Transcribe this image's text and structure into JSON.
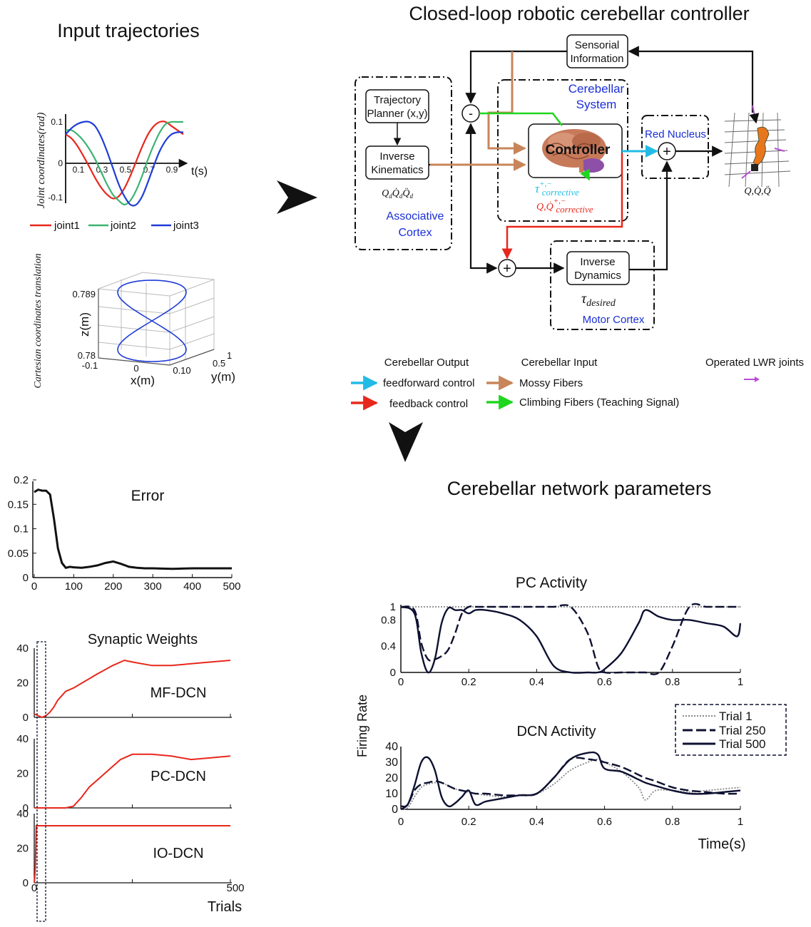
{
  "colors": {
    "joint1": "#e8271c",
    "joint2": "#3cb371",
    "joint3": "#1f3cd6",
    "feedforward": "#22bbe6",
    "feedback": "#e8271c",
    "mossy": "#c8855a",
    "climbing": "#1fd61f",
    "lwr": "#b84fd6",
    "label_blue": "#1a2fd6",
    "weights": "#e8271c",
    "dark": "#0d1030"
  },
  "titles": {
    "input": "Input trajectories",
    "closed_loop": "Closed-loop robotic cerebellar controller",
    "network": "Cerebellar network parameters"
  },
  "diagram": {
    "sensorial": [
      "Sensorial",
      "Information"
    ],
    "trajectory": [
      "Trajectory",
      "Planner (x,y)"
    ],
    "inverse_kin": [
      "Inverse",
      "Kinematics"
    ],
    "qd": "Q̇̈",
    "associative": [
      "Associative",
      "Cortex"
    ],
    "cerebellar_system": [
      "Cerebellar",
      "System"
    ],
    "controller": "Controller",
    "tau_corr": "τ",
    "tau_corr_sup": "+,−",
    "tau_corr_sub": "corrective",
    "q_corr": "Q,Q̇",
    "q_corr_sup": "+,−",
    "q_corr_sub": "corrective",
    "red_nucleus": "Red Nucleus",
    "inverse_dyn": [
      "Inverse",
      "Dynamics"
    ],
    "tau_desired": "τ",
    "tau_desired_sub": "desired",
    "motor_cortex": "Motor Cortex",
    "robot_q": "Q,Q̇,Q̈",
    "minus": "-",
    "plus": "+"
  },
  "legend": {
    "out_head": "Cerebellar Output",
    "ff": "feedforward control",
    "fb": "feedback control",
    "in_head": "Cerebellar Input",
    "mossy": "Mossy Fibers",
    "climbing": "Climbing Fibers (Teaching Signal)",
    "lwr": "Operated LWR joints"
  },
  "chart_data": [
    {
      "type": "line",
      "title": "",
      "xlabel": "t(s)",
      "ylabel": "Joint coordinates(rad)",
      "xticks": [
        "0.1",
        "0.3",
        "0.5",
        "0.7",
        "0.9"
      ],
      "yticks": [
        "0.1",
        "0",
        "-0.1"
      ],
      "xlim": [
        0,
        1
      ],
      "ylim": [
        -0.1,
        0.1
      ],
      "x": [
        0,
        0.05,
        0.1,
        0.15,
        0.2,
        0.25,
        0.3,
        0.35,
        0.4,
        0.45,
        0.5,
        0.55,
        0.6,
        0.65,
        0.7,
        0.75,
        0.8,
        0.85,
        0.9,
        0.95,
        1.0
      ],
      "series": [
        {
          "name": "joint1",
          "values": [
            0.07,
            0.06,
            0.042,
            0.018,
            -0.008,
            -0.035,
            -0.058,
            -0.075,
            -0.085,
            -0.08,
            -0.06,
            -0.03,
            0.005,
            0.04,
            0.07,
            0.09,
            0.1,
            0.1,
            0.09,
            0.08,
            0.07
          ]
        },
        {
          "name": "joint2",
          "values": [
            0.08,
            0.08,
            0.07,
            0.055,
            0.035,
            0.01,
            -0.02,
            -0.05,
            -0.075,
            -0.09,
            -0.1,
            -0.09,
            -0.065,
            -0.03,
            0.01,
            0.045,
            0.075,
            0.095,
            0.1,
            0.1,
            0.1
          ]
        },
        {
          "name": "joint3",
          "values": [
            0.07,
            0.085,
            0.095,
            0.1,
            0.1,
            0.09,
            0.065,
            0.03,
            -0.01,
            -0.05,
            -0.08,
            -0.1,
            -0.1,
            -0.08,
            -0.045,
            -0.005,
            0.03,
            0.055,
            0.07,
            0.075,
            0.075
          ]
        }
      ]
    },
    {
      "type": "line",
      "title": "",
      "ylabel": "Cartesian coordinates translation",
      "zlabel": "z(m)",
      "xlabel": "x(m)",
      "y2label": "y(m)",
      "zticks": [
        "0.789",
        "0.78"
      ],
      "xticks": [
        "-0.1",
        "0",
        "0.10"
      ],
      "yticks": [
        "0.5",
        "1"
      ],
      "zlim": [
        0.78,
        0.789
      ],
      "series": [
        {
          "name": "",
          "shape": "figure-eight"
        }
      ]
    },
    {
      "type": "line",
      "title": "Error",
      "xlabel": "",
      "ylabel": "",
      "xticks": [
        "0",
        "100",
        "200",
        "300",
        "400",
        "500"
      ],
      "yticks": [
        "0",
        "0.05",
        "0.1",
        "0.15",
        "0.2"
      ],
      "xlim": [
        0,
        500
      ],
      "ylim": [
        0,
        0.2
      ],
      "x": [
        0,
        10,
        20,
        30,
        40,
        50,
        60,
        70,
        80,
        90,
        100,
        120,
        140,
        160,
        180,
        200,
        220,
        240,
        260,
        280,
        300,
        350,
        400,
        450,
        500
      ],
      "series": [
        {
          "name": "",
          "values": [
            0.175,
            0.18,
            0.178,
            0.178,
            0.17,
            0.12,
            0.06,
            0.03,
            0.02,
            0.022,
            0.021,
            0.02,
            0.022,
            0.025,
            0.03,
            0.033,
            0.028,
            0.022,
            0.02,
            0.019,
            0.019,
            0.018,
            0.019,
            0.019,
            0.019
          ]
        }
      ]
    },
    {
      "type": "line",
      "title": "Synaptic Weights",
      "xlabel": "Trials",
      "xticks": [
        "0",
        "500"
      ],
      "xlim": [
        0,
        500
      ],
      "panels": [
        {
          "label": "MF-DCN",
          "yticks": [
            "0",
            "20",
            "40"
          ],
          "ylim": [
            0,
            40
          ],
          "x": [
            0,
            10,
            20,
            30,
            40,
            50,
            60,
            80,
            100,
            130,
            160,
            200,
            230,
            250,
            300,
            350,
            400,
            450,
            500
          ],
          "values": [
            2,
            1,
            0,
            1,
            3,
            6,
            10,
            15,
            17,
            21,
            25,
            30,
            33,
            32,
            30,
            30,
            31,
            32,
            33
          ]
        },
        {
          "label": "PC-DCN",
          "yticks": [
            "0",
            "20",
            "40"
          ],
          "ylim": [
            0,
            40
          ],
          "x": [
            0,
            20,
            40,
            60,
            80,
            100,
            120,
            140,
            160,
            180,
            200,
            220,
            250,
            300,
            350,
            400,
            450,
            500
          ],
          "values": [
            0,
            0,
            0,
            0,
            0,
            1,
            6,
            12,
            16,
            20,
            24,
            28,
            31,
            31,
            30,
            28,
            29,
            30
          ]
        },
        {
          "label": "IO-DCN",
          "yticks": [
            "0",
            "20",
            "40"
          ],
          "ylim": [
            0,
            40
          ],
          "x": [
            0,
            1,
            2,
            3,
            4,
            5,
            10,
            50,
            100,
            200,
            300,
            400,
            500
          ],
          "values": [
            0,
            2,
            5,
            10,
            20,
            33,
            33,
            33,
            33,
            33,
            33,
            33,
            33
          ]
        }
      ]
    },
    {
      "type": "line",
      "title": "PC Activity",
      "ylabel": "Firing Rate",
      "xticks": [
        "0",
        "0.2",
        "0.4",
        "0.6",
        "0.8",
        "1"
      ],
      "yticks": [
        "0",
        "0.4",
        "0.8",
        "1"
      ],
      "xlim": [
        0,
        1
      ],
      "ylim": [
        0,
        1
      ],
      "x": [
        0,
        0.04,
        0.06,
        0.08,
        0.1,
        0.12,
        0.14,
        0.16,
        0.18,
        0.2,
        0.22,
        0.25,
        0.3,
        0.35,
        0.4,
        0.45,
        0.5,
        0.55,
        0.58,
        0.6,
        0.65,
        0.7,
        0.72,
        0.76,
        0.8,
        0.85,
        0.9,
        0.95,
        0.99,
        1.0
      ],
      "series": [
        {
          "name": "Trial 1",
          "values": [
            1,
            1,
            1,
            1,
            1,
            1,
            1,
            1,
            1,
            1,
            1,
            1,
            1,
            1,
            1,
            1,
            1,
            1,
            1,
            1,
            1,
            1,
            1,
            1,
            1,
            1,
            1,
            1,
            1,
            1
          ]
        },
        {
          "name": "Trial 250",
          "values": [
            1,
            0.95,
            0.45,
            0.2,
            0.2,
            0.25,
            0.35,
            0.6,
            0.9,
            1,
            1,
            1,
            1,
            1,
            1,
            1,
            1,
            0.6,
            0.1,
            0,
            0,
            0,
            0,
            0,
            0.4,
            1,
            1,
            1,
            1,
            1
          ]
        },
        {
          "name": "Trial 500",
          "values": [
            1,
            0.9,
            0.3,
            0,
            0.2,
            0.75,
            0.98,
            0.95,
            0.95,
            0.9,
            0.95,
            0.95,
            0.9,
            0.8,
            0.55,
            0.1,
            0,
            0,
            0,
            0.05,
            0.3,
            0.75,
            0.95,
            0.85,
            0.8,
            0.8,
            0.75,
            0.7,
            0.55,
            0.75
          ]
        }
      ]
    },
    {
      "type": "line",
      "title": "DCN Activity",
      "xlabel": "Time(s)",
      "ylabel": "Firing Rate",
      "xticks": [
        "0",
        "0.2",
        "0.4",
        "0.6",
        "0.8",
        "1"
      ],
      "yticks": [
        "0",
        "10",
        "20",
        "30",
        "40"
      ],
      "xlim": [
        0,
        1
      ],
      "ylim": [
        0,
        40
      ],
      "legend_position": "top-right",
      "x": [
        0,
        0.02,
        0.04,
        0.06,
        0.08,
        0.1,
        0.12,
        0.14,
        0.16,
        0.18,
        0.2,
        0.22,
        0.25,
        0.3,
        0.35,
        0.4,
        0.45,
        0.5,
        0.55,
        0.58,
        0.6,
        0.65,
        0.7,
        0.72,
        0.75,
        0.8,
        0.85,
        0.9,
        0.95,
        1.0
      ],
      "series": [
        {
          "name": "Trial 1",
          "values": [
            0,
            1,
            8,
            14,
            16,
            17,
            17,
            15,
            13,
            12,
            11,
            10,
            9,
            8,
            9,
            10,
            16,
            25,
            30,
            32,
            30,
            24,
            14,
            6,
            12,
            12,
            11,
            12,
            13,
            14
          ]
        },
        {
          "name": "Trial 250",
          "values": [
            0,
            3,
            12,
            16,
            17,
            18,
            17,
            15,
            13,
            12,
            11,
            10,
            10,
            9,
            9,
            10,
            20,
            32,
            32,
            31,
            30,
            27,
            22,
            20,
            18,
            14,
            12,
            11,
            10,
            10
          ]
        },
        {
          "name": "Trial 500",
          "values": [
            2,
            3,
            15,
            30,
            33,
            25,
            8,
            2,
            4,
            8,
            12,
            3,
            5,
            7,
            9,
            10,
            20,
            32,
            36,
            35,
            26,
            24,
            19,
            17,
            15,
            12,
            10,
            10,
            11,
            12
          ]
        }
      ]
    }
  ]
}
